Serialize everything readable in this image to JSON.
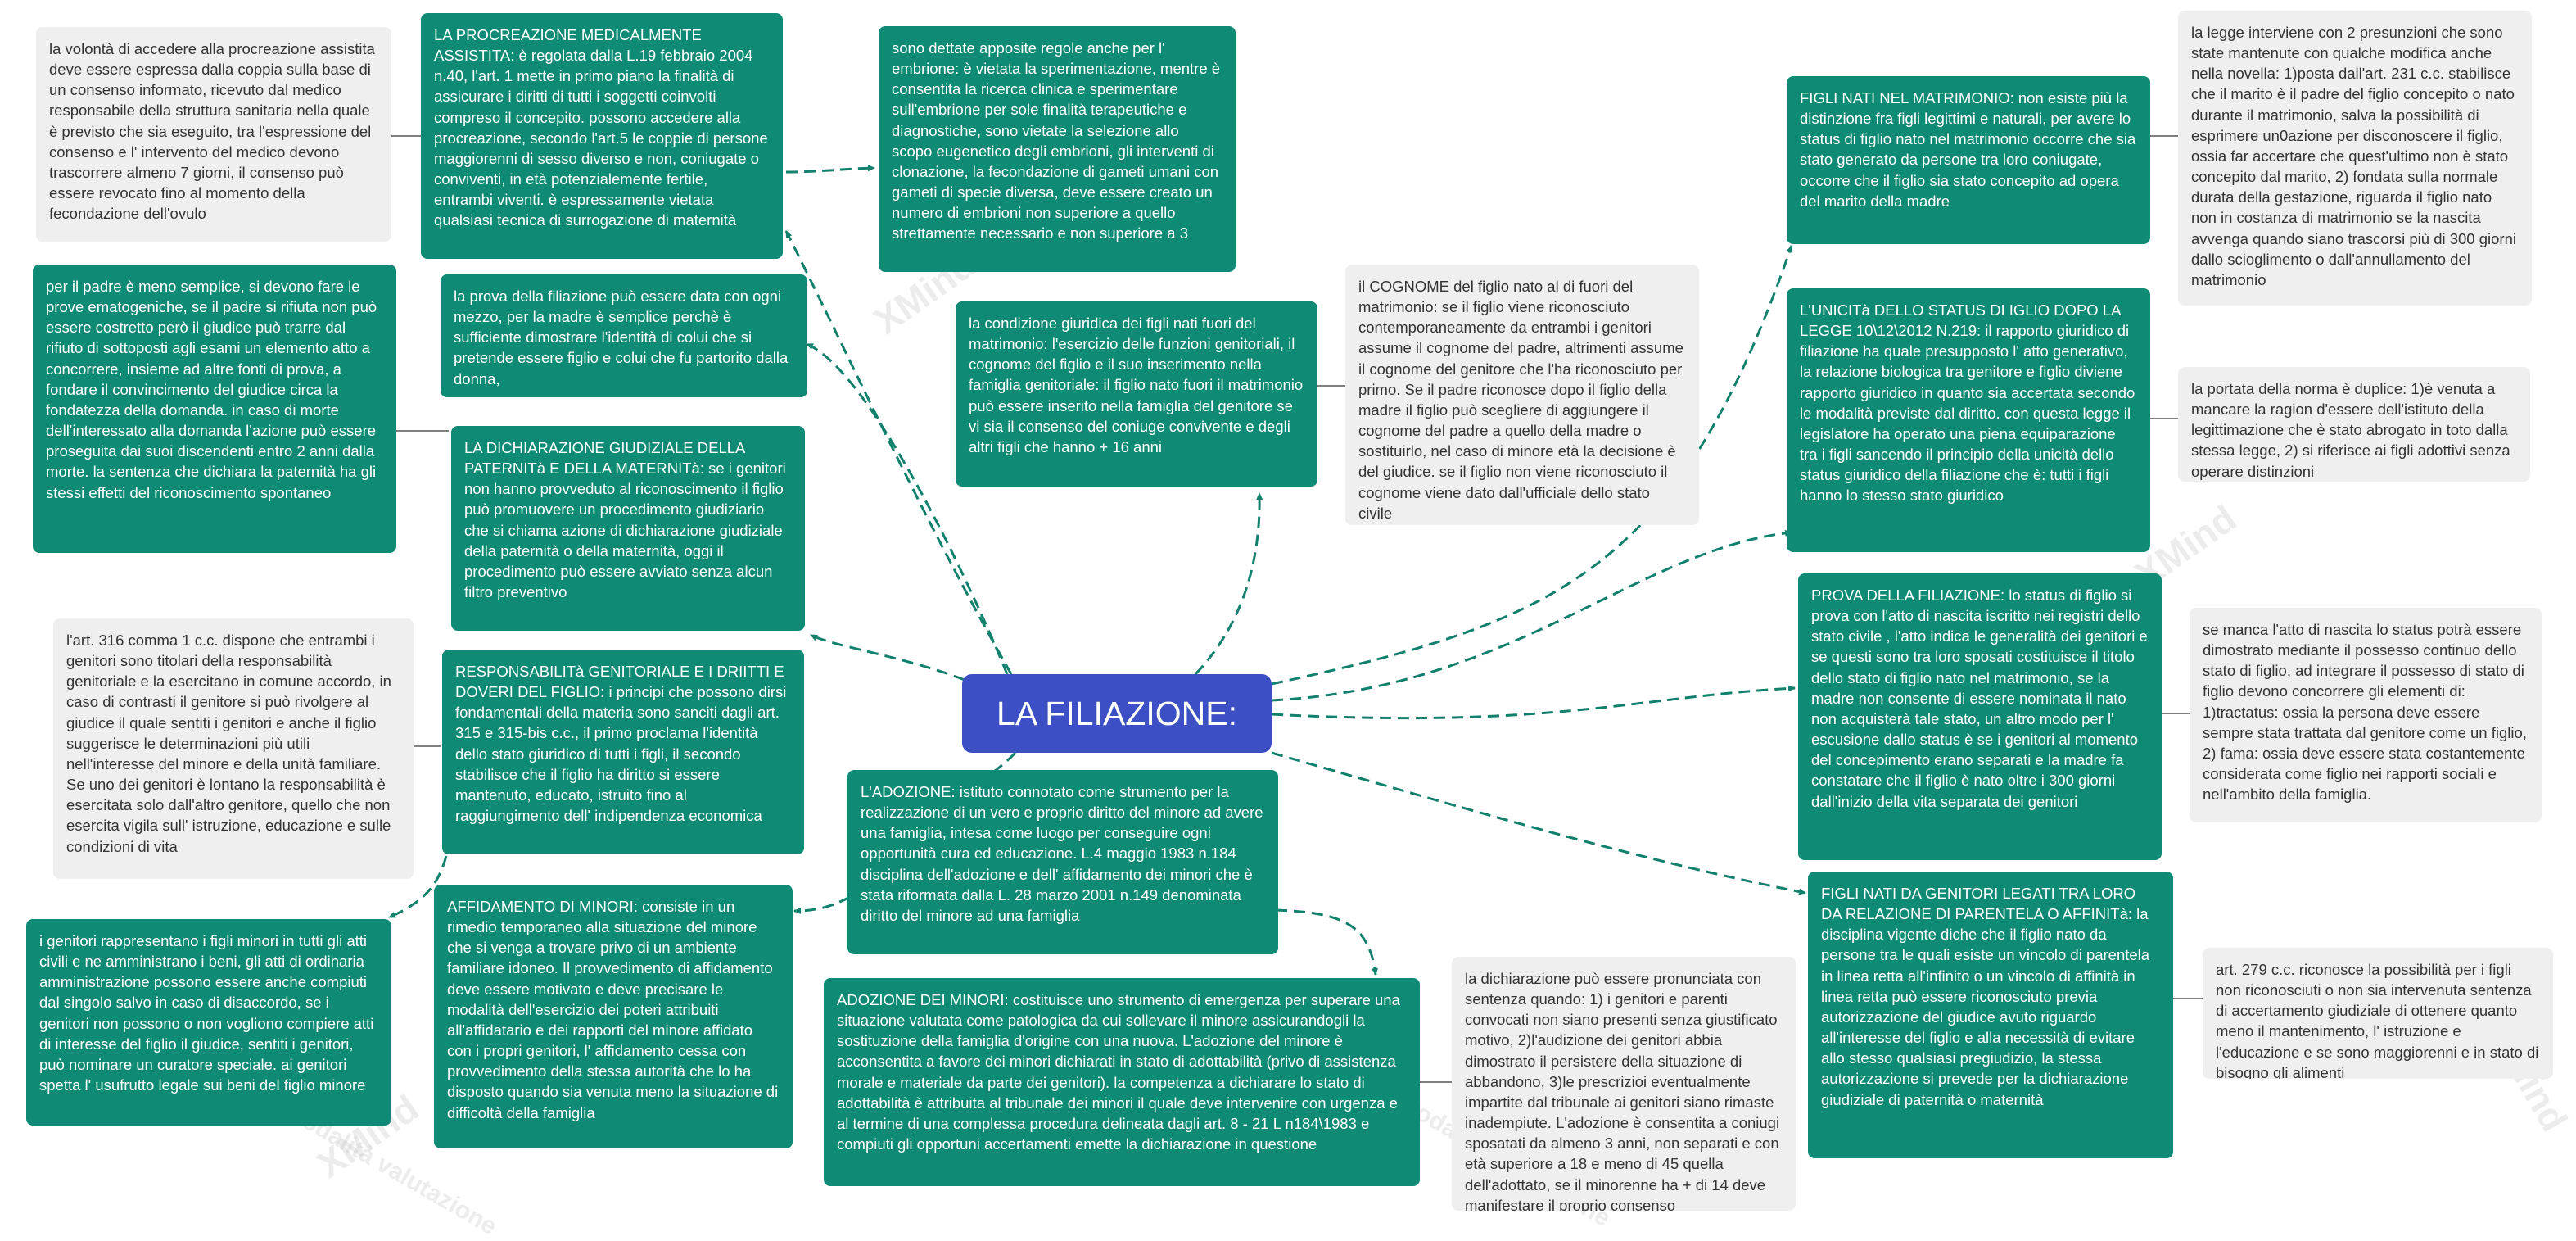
{
  "central": "LA FILIAZIONE:",
  "nodes": {
    "g_pma": "LA PROCREAZIONE MEDICALMENTE ASSISTITA: è regolata dalla L.19 febbraio 2004 n.40, l'art. 1 mette in primo piano la finalità di assicurare i diritti di tutti i soggetti coinvolti compreso il concepito. possono accedere alla procreazione, secondo l'art.5 le coppie di persone maggiorenni di sesso diverso e non, coniugate o conviventi, in età potenzialemente fertile, entrambi viventi. è espressamente vietata qualsiasi tecnica di surrogazione di maternità",
    "g_embrione": "sono dettate apposite regole anche per l' embrione: è vietata la sperimentazione, mentre è consentita la ricerca clinica e sperimentare sull'embrione per sole finalità terapeutiche e diagnostiche, sono vietate la selezione allo scopo eugenetico degli embrioni, gli interventi di clonazione, la fecondazione di gameti umani con gameti di specie diversa, deve essere creato un numero di embrioni non superiore a quello strettamente necessario e non superiore a 3",
    "g_prova_mezzo": "la prova della filiazione può essere data con ogni mezzo, per la madre è semplice perchè è sufficiente dimostrare l'identità di colui che si pretende essere figlio e colui che fu partorito dalla donna,",
    "g_dichiarazione": "LA DICHIARAZIONE GIUDIZIALE DELLA PATERNITà E DELLA MATERNITà: se i genitori non hanno provveduto al riconoscimento il figlio può promuovere un procedimento giudiziario che si chiama azione di dichiarazione giudiziale della paternità o della maternità, oggi il procedimento può essere avviato senza alcun filtro preventivo",
    "g_padre": "per il padre è meno semplice, si devono fare le prove ematogeniche, se il padre si rifiuta non può essere costretto però il giudice può trarre dal rifiuto di sottoposti agli esami un elemento atto a concorrere, insieme ad altre fonti di prova, a fondare il convincimento del giudice circa la fondatezza della domanda. in caso di morte dell'interessato alla domanda l'azione può essere proseguita dai suoi discendenti entro 2 anni dalla morte. la sentenza che dichiara la paternità ha gli stessi effetti del riconoscimento spontaneo",
    "g_condizione": "la condizione giuridica dei figli nati fuori del matrimonio: l'esercizio delle funzioni genitoriali, il cognome del figlio e il suo inserimento nella famiglia genitoriale: il figlio nato fuori il matrimonio può essere inserito nella famiglia del genitore se vi sia il consenso del coniuge convivente e degli altri figli che hanno + 16 anni",
    "g_responsabilita": "RESPONSABILITà GENITORIALE E I DRIITTI E DOVERI DEL FIGLIO: i principi che possono dirsi fondamentali della materia sono sanciti dagli art. 315 e 315-bis c.c., il primo proclama l'identità dello stato giuridico di tutti i figli, il secondo stabilisce che il figlio ha diritto si essere mantenuto, educato, istruito fino al raggiungimento dell' indipendenza economica",
    "g_adozione": "L'ADOZIONE: istituto connotato come strumento per la realizzazione di un vero e proprio diritto del minore ad avere una famiglia, intesa come luogo per conseguire ogni opportunità cura ed educazione. L.4 maggio 1983 n.184 disciplina dell'adozione e dell' affidamento dei minori che è stata riformata dalla L. 28 marzo 2001 n.149 denominata diritto del minore ad una famiglia",
    "g_affidamento": "AFFIDAMENTO DI MINORI: consiste in un rimedio temporaneo alla situazione del minore che si venga a trovare privo di un ambiente familiare idoneo. Il provvedimento di affidamento deve essere motivato e deve precisare le modalità dell'esercizio dei poteri attribuiti all'affidatario e dei rapporti del minore affidato con i propri genitori, l' affidamento cessa con provvedimento della stessa autorità che lo ha disposto quando sia venuta meno la situazione di difficoltà della famiglia",
    "g_genitori_rapp": "i genitori rappresentano i figli minori in tutti gli atti civili e ne amministrano i beni, gli atti di ordinaria amministrazione possono essere anche compiuti dal singolo salvo in caso di disaccordo, se i genitori non possono o non vogliono compiere atti di interesse del figlio il giudice, sentiti i genitori, può nominare un curatore speciale. ai genitori spetta l' usufrutto legale sui beni del figlio minore",
    "g_adozione_minori": "ADOZIONE DEI MINORI: costituisce uno strumento di emergenza per superare una situazione valutata come patologica da cui sollevare il minore assicurandogli la sostituzione della famiglia d'origine con una nuova. L'adozione del minore è acconsentita a favore dei minori dichiarati in stato di adottabilità (privo di assistenza morale e materiale da parte dei genitori). la competenza a dichiarare lo stato di adottabilità è attribuita al tribunale dei minori il quale deve intervenire con urgenza e al termine di una complessa procedura delineata dagli art. 8 - 21 L n184\\1983 e compiuti gli opportuni accertamenti emette la dichiarazione in questione",
    "g_matrimonio": "FIGLI NATI NEL MATRIMONIO: non esiste più la distinzione fra figli legittimi e naturali, per avere lo status di figlio nato nel matrimonio occorre che sia stato generato da persone tra loro coniugate, occorre che il figlio sia stato concepito ad opera del marito della madre",
    "g_unicita": "L'UNICITà DELLO STATUS DI IGLIO DOPO LA LEGGE 10\\12\\2012 N.219: il rapporto giuridico di filiazione ha quale presupposto l' atto generativo, la relazione biologica tra genitore e figlio diviene rapporto giuridico in quanto sia accertata secondo le modalità previste dal diritto. con questa legge il legislatore ha operato una piena equiparazione tra i figli sancendo il principio della unicità dello status giuridico della filiazione che è: tutti i figli hanno lo stesso stato giuridico",
    "g_prova_filiazione": "PROVA DELLA FILIAZIONE: lo status di figlio si prova con l'atto di nascita iscritto nei registri dello stato civile , l'atto indica le generalità dei genitori e se questi sono tra loro sposati costituisce il titolo dello stato di figlio nato nel matrimonio, se la madre non consente di essere nominata il nato non acquisterà tale stato, un altro modo per l' escusione dallo status è se i genitori al momento del concepimento erano separati e la madre fa constatare che il figlio è nato oltre i 300 giorni dall'inizio della vita separata dei genitori",
    "g_parentela": "FIGLI NATI DA GENITORI LEGATI TRA LORO DA RELAZIONE DI PARENTELA O AFFINITà: la disciplina vigente diche che il figlio nato da persone tra le quali esiste un vincolo di parentela in linea retta all'infinito o un vincolo di affinità in linea retta può essere riconosciuto previa autorizzazione del giudice avuto riguardo all'interesse del figlio e alla necessità di evitare allo stesso qualsiasi pregiudizio, la stessa autorizzazione si prevede per la dichiarazione giudiziale di paternità o maternità",
    "n_consenso": "la volontà di accedere alla procreazione assistita deve essere espressa dalla coppia sulla base di un consenso informato, ricevuto dal medico responsabile della struttura sanitaria nella quale è previsto che sia eseguito, tra l'espressione del consenso e l' intervento del medico devono trascorrere almeno 7 giorni, il consenso può essere revocato fino al momento della fecondazione dell'ovulo",
    "n_art316": "l'art. 316 comma 1 c.c. dispone che entrambi i genitori sono titolari della responsabilità genitoriale e la esercitano in comune accordo, in caso di contrasti il genitore si può rivolgere al giudice il quale sentiti i genitori e anche il figlio suggerisce le determinazioni più utili nell'interesse del minore e della unità familiare. Se uno dei genitori è lontano la responsabilità è esercitata solo dall'altro genitore, quello che non esercita vigila sull' istruzione, educazione e sulle condizioni di vita",
    "n_cognome": "il COGNOME del figlio nato al di fuori del matrimonio: se il figlio viene riconosciuto contemporaneamente da entrambi i genitori assume il cognome del padre, altrimenti assume il cognome del genitore che l'ha riconosciuto per primo. Se il padre riconosce dopo il figlio della madre il figlio può scegliere di aggiungere il cognome del padre a quello della madre o sostituirlo, nel caso di minore età la decisione è del giudice. se il figlio non viene riconosciuto il cognome viene dato dall'ufficiale dello stato civile",
    "n_presunzioni": "la legge interviene con 2 presunzioni che sono state mantenute con qualche modifica anche nella novella: 1)posta dall'art. 231 c.c. stabilisce che il marito è il padre del figlio concepito o nato durante il matrimonio, salva la possibilità di esprimere un0azione per disconoscere il figlio, ossia far accertare che quest'ultimo non è stato concepito dal marito, 2) fondata sulla normale durata della gestazione, riguarda il figlio nato non in costanza di matrimonio se la nascita avvenga quando siano trascorsi più di 300 giorni dallo scioglimento o dall'annullamento del matrimonio",
    "n_portata": "la portata della norma è duplice: 1)è venuta a mancare la ragion d'essere dell'istituto della legittimazione che è stato abrogato in toto dalla stessa legge, 2) si riferisce ai figli adottivi senza operare distinzioni",
    "n_atto_nascita": "se manca l'atto di nascita lo status potrà essere dimostrato mediante il possesso continuo dello stato di figlio, ad integrare il possesso di stato di figlio devono concorrere gli elementi di: 1)tractatus: ossia la persona deve essere sempre stata trattata dal genitore come un figlio, 2) fama: ossia deve essere stata costantemente considerata come figlio nei rapporti sociali e nell'ambito della famiglia.",
    "n_dich_sentenza": "la dichiarazione può essere pronunciata con sentenza quando: 1) i genitori e parenti convocati non siano presenti senza giustificato motivo, 2)l'audizione dei genitori abbia dimostrato il persistere della situazione di abbandono, 3)le prescrizioi eventualmente impartite dal tribunale ai genitori siano rimaste inadempiute. L'adozione è consentita a coniugi sposatati da almeno 3 anni, non separati e con età superiore a 18 e meno di 45 quella dell'adottato, se il minorenne ha + di 14 deve manifestare il proprio consenso",
    "n_art279": "art. 279 c.c. riconosce la possibilità per i figli non riconosciuti o non sia intervenuta sentenza di accertamento giudiziale di ottenere quanto meno il mantenimento, l' istruzione e l'educazione e se sono maggiorenni e in stato di bisogno gli alimenti"
  },
  "watermark_text": [
    "XMind",
    "Modalità valutazione"
  ],
  "colors": {
    "central": "#3c4fc4",
    "topic": "#0f8a74",
    "note": "#efefef",
    "link": "#11806c"
  }
}
